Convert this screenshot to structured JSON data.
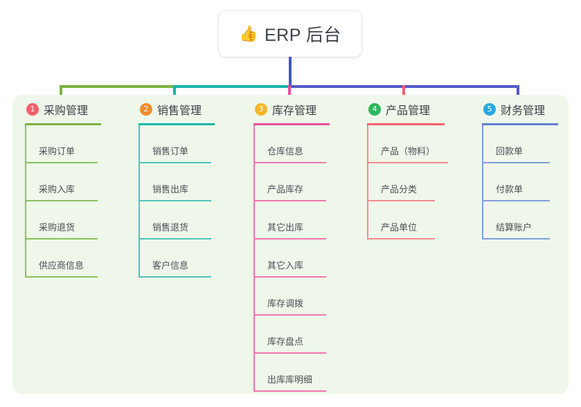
{
  "root": {
    "icon": "thumbs-up-icon",
    "icon_glyph": "👍",
    "title": "ERP 后台"
  },
  "colors": {
    "panel_bg": "#eef7e9",
    "root_stem": "#4357c2",
    "branch_1": "#7ab33f",
    "branch_2": "#13b5a6",
    "branch_3": "#eb4d9b",
    "branch_4": "#f4606c",
    "branch_5": "#5059c9",
    "badge_1": "#f4606c",
    "badge_2": "#f08c2e",
    "badge_3": "#f5b828",
    "badge_4": "#2cb85c",
    "badge_5": "#29a8e0",
    "text": "#3b4049"
  },
  "columns": [
    {
      "number": "1",
      "badge_color": "#f4606c",
      "title": "采购管理",
      "items": [
        {
          "label": "采购订单"
        },
        {
          "label": "采购入库"
        },
        {
          "label": "采购退货"
        },
        {
          "label": "供应商信息"
        }
      ]
    },
    {
      "number": "2",
      "badge_color": "#f08c2e",
      "title": "销售管理",
      "items": [
        {
          "label": "销售订单"
        },
        {
          "label": "销售出库"
        },
        {
          "label": "销售退货"
        },
        {
          "label": "客户信息"
        }
      ]
    },
    {
      "number": "3",
      "badge_color": "#f5b828",
      "title": "库存管理",
      "items": [
        {
          "label": "仓库信息"
        },
        {
          "label": "产品库存"
        },
        {
          "label": "其它出库"
        },
        {
          "label": "其它入库"
        },
        {
          "label": "库存调拨"
        },
        {
          "label": "库存盘点"
        },
        {
          "label": "出库库明细"
        }
      ]
    },
    {
      "number": "4",
      "badge_color": "#2cb85c",
      "title": "产品管理",
      "items": [
        {
          "label": "产品（物料）"
        },
        {
          "label": "产品分类"
        },
        {
          "label": "产品单位"
        }
      ]
    },
    {
      "number": "5",
      "badge_color": "#29a8e0",
      "title": "财务管理",
      "items": [
        {
          "label": "回款单"
        },
        {
          "label": "付款单"
        },
        {
          "label": "结算账户"
        }
      ]
    }
  ]
}
